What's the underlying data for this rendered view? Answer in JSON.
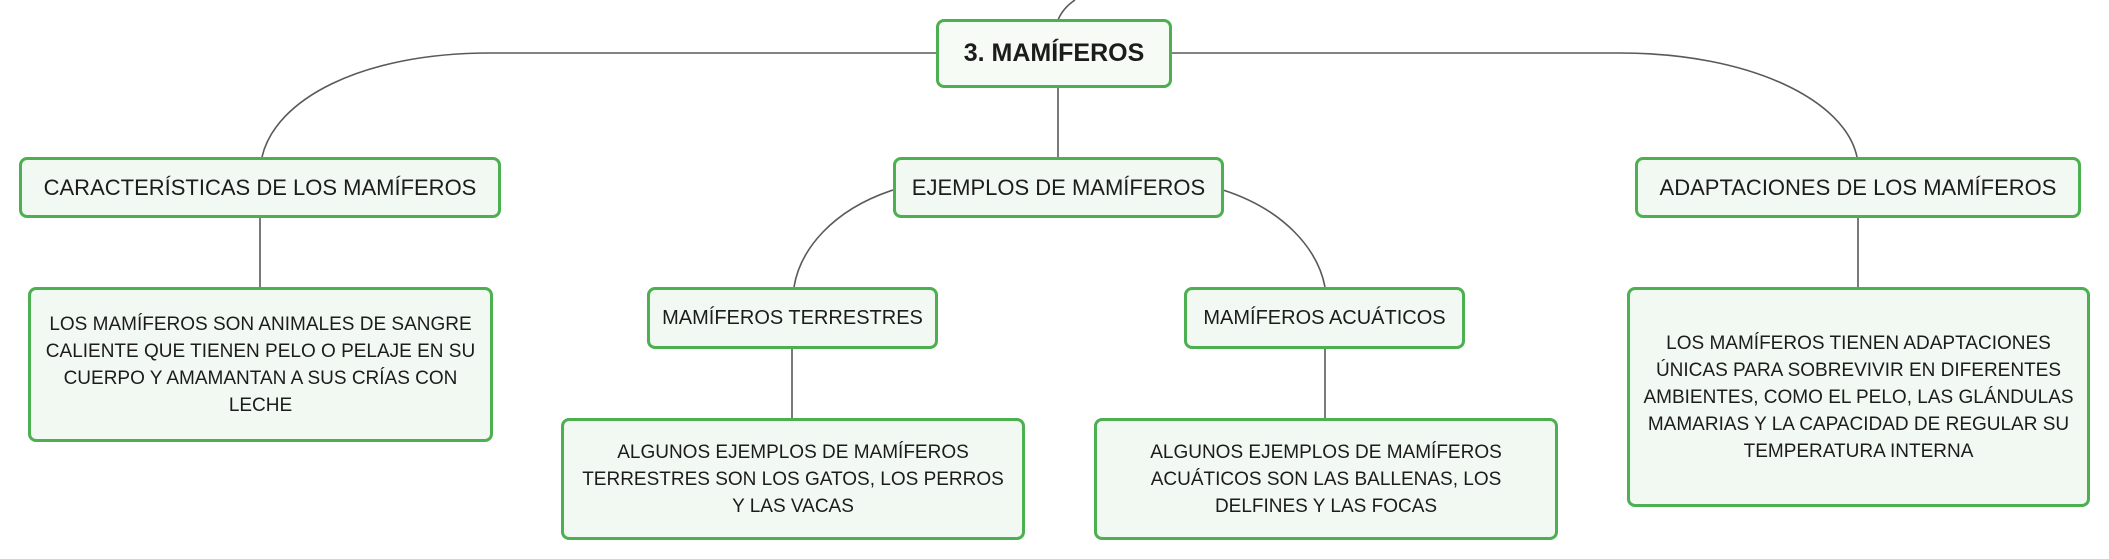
{
  "diagram": {
    "root": {
      "label": "3. MAMÍFEROS"
    },
    "branches": {
      "caracteristicas": {
        "label": "CARACTERÍSTICAS DE LOS MAMÍFEROS",
        "description": "LOS MAMÍFEROS SON ANIMALES DE SANGRE CALIENTE QUE TIENEN PELO O PELAJE EN SU CUERPO Y AMAMANTAN A SUS CRÍAS CON LECHE"
      },
      "ejemplos": {
        "label": "EJEMPLOS DE MAMÍFEROS",
        "terrestres": {
          "label": "MAMÍFEROS TERRESTRES",
          "description": "ALGUNOS EJEMPLOS DE MAMÍFEROS TERRESTRES SON LOS GATOS, LOS PERROS Y LAS VACAS"
        },
        "acuaticos": {
          "label": "MAMÍFEROS ACUÁTICOS",
          "description": "ALGUNOS EJEMPLOS DE MAMÍFEROS ACUÁTICOS SON LAS BALLENAS, LOS DELFINES Y LAS FOCAS"
        }
      },
      "adaptaciones": {
        "label": "ADAPTACIONES DE LOS MAMÍFEROS",
        "description": "LOS MAMÍFEROS TIENEN ADAPTACIONES ÚNICAS PARA SOBREVIVIR EN DIFERENTES AMBIENTES, COMO EL PELO, LAS GLÁNDULAS MAMARIAS Y LA CAPACIDAD DE REGULAR SU TEMPERATURA INTERNA"
      }
    },
    "colors": {
      "node_border": "#4caf50",
      "node_fill": "#f2f8f2",
      "connector": "#595959"
    }
  }
}
